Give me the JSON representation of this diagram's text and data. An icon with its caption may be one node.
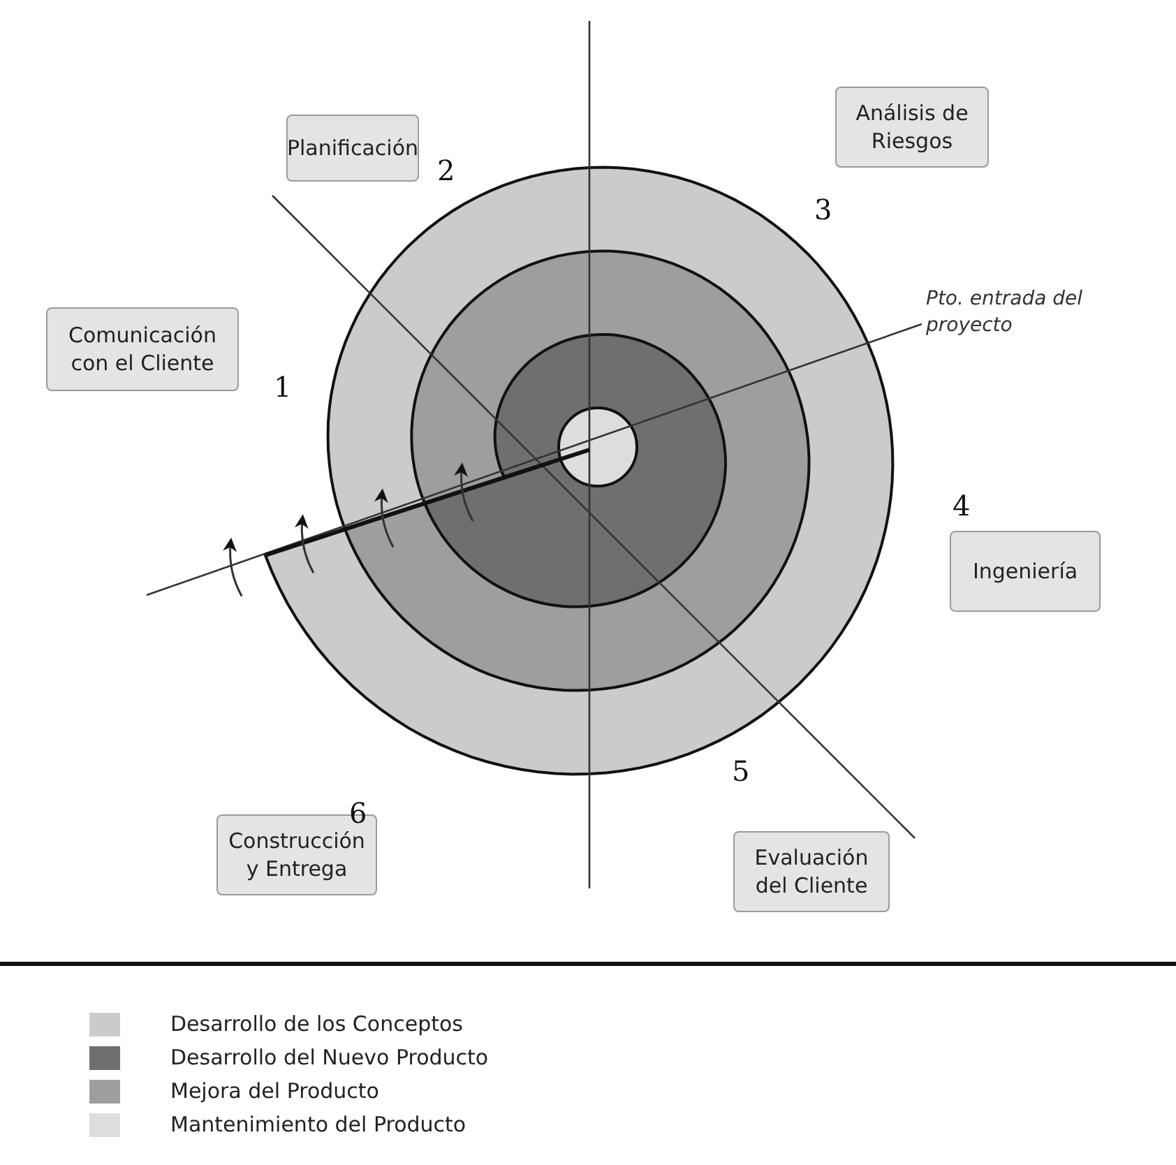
{
  "diagram": {
    "nodes": [
      {
        "text": [
          "Planificación"
        ]
      },
      {
        "text": [
          "Análisis de Riesgos"
        ]
      },
      {
        "text": [
          "Comunicación con el Cliente"
        ]
      },
      {
        "text": [
          "Ingeniería"
        ]
      },
      {
        "text": [
          "Construcción y Entrega"
        ]
      },
      {
        "text": [
          "Evaluación del Cliente"
        ]
      }
    ],
    "labels": [
      "2",
      "3",
      "Pto. entrada del proyecto",
      "1",
      "4",
      "5",
      "6"
    ],
    "legend": [
      {
        "text": "Desarrollo de los Conceptos",
        "color": "#cbcbcb"
      },
      {
        "text": "Desarrollo del Nuevo Producto",
        "color": "#6f6f6f"
      },
      {
        "text": "Mejora del Producto",
        "color": "#9e9e9e"
      },
      {
        "text": "Mantenimiento del Producto",
        "color": "#dddddd"
      }
    ]
  }
}
